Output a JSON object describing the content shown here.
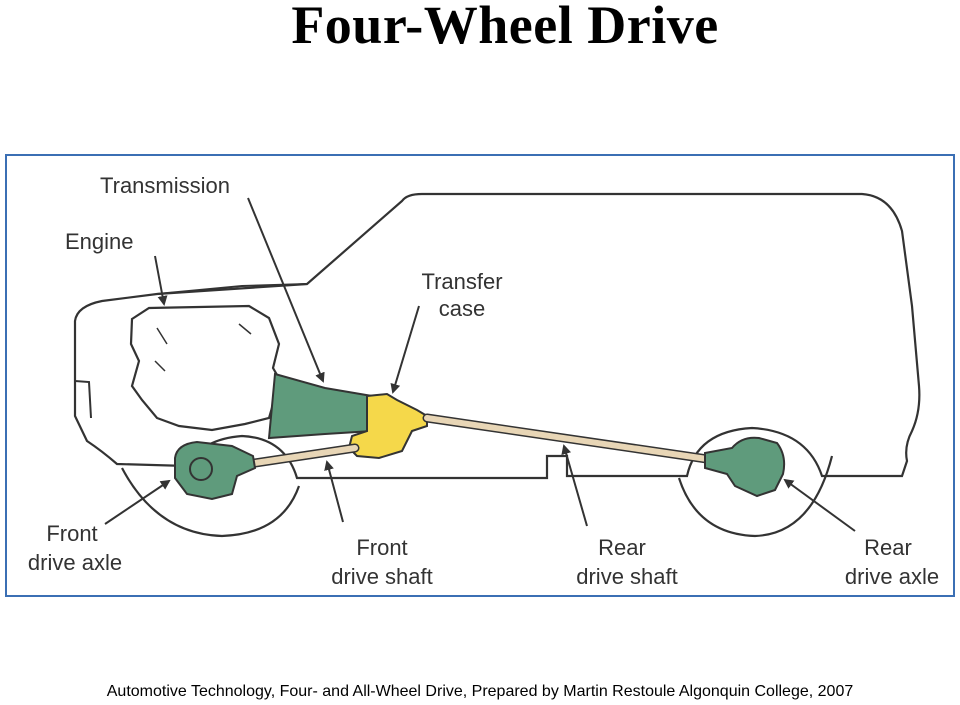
{
  "title": "Four-Wheel Drive",
  "footer": "Automotive Technology, Four- and All-Wheel Drive, Prepared by Martin Restoule Algonquin College, 2007",
  "diagram": {
    "labels": {
      "transmission": "Transmission",
      "engine": "Engine",
      "transfer_case_line1": "Transfer",
      "transfer_case_line2": "case",
      "front_axle_line1": "Front",
      "front_axle_line2": "drive axle",
      "front_shaft_line1": "Front",
      "front_shaft_line2": "drive shaft",
      "rear_shaft_line1": "Rear",
      "rear_shaft_line2": "drive shaft",
      "rear_axle_line1": "Rear",
      "rear_axle_line2": "drive axle"
    },
    "colors": {
      "green": "#5f9b7c",
      "yellow": "#f5d84a",
      "shaft": "#e8d6b6",
      "outline": "#333333",
      "frame": "#3b6fb4"
    }
  }
}
